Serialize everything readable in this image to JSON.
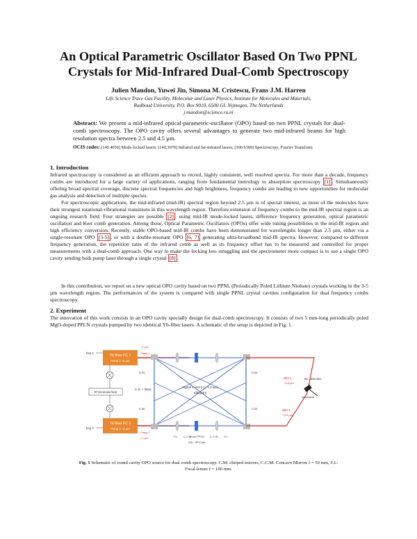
{
  "title": {
    "line1": "An Optical Parametric Oscillator Based On Two PPNL",
    "line2": "Crystals for Mid-Infrared Dual-Comb Spectroscopy"
  },
  "authors": "Julien Mandon, Yuwei Jin, Simona M. Cristescu, Frans J.M. Harren",
  "affiliation": {
    "line1": "Life Science Trace Gas Facility, Molecular and Laser Physics, Institute for Molecules and Materials,",
    "line2": "Radboud University, P.O. Box 9010, 6500 GL Nijmegen, The Netherlands",
    "email": "j.mandon@science.ru.nl"
  },
  "abstract": {
    "label": "Abstract:",
    "text": "We present a mid-infrared optical-parametric-oscillator (OPO) based on two PPNL crystals for dual-comb spectroscopy. The OPO cavity offers several advantages to generate two mid-infrared beams for high resolution spectra between 2.5 and 4.5 µm."
  },
  "ocis": {
    "label": "OCIS codes:",
    "text": "(140.4050) Mode-locked lasers; (140.3070) Infrared and far-infrared lasers; (300.6300) Spectroscopy, Fourier Transform"
  },
  "section1": {
    "heading": "1. Introduction",
    "p1_a": "Infrared spectroscopy is considered as an efficient approach to record, highly consistent, well resolved spectra. For more than a decade, frequency combs are introduced for a large variety of applications, ranging from fundamental metrology to absorption spectroscopy",
    "p1_cite": "[1]",
    "p1_b": ". Simultaneously offering broad spectral coverage, discrete spectral frequencies and high brightness, frequency combs are leading to new opportunities for molecular gas analysis and detection of multiple species.",
    "p2_a": "For spectroscopic applications, the mid-infrared (mid-IR) spectral region beyond 2.5 µm is of special interest, as most of the molecules have their strongest rotational-vibrational transitions in this wavelength region. Therefore extension of frequency combs to the mid-IR spectral region is an ongoing research field. Four strategies are possible",
    "p2_cite1": "[2]",
    "p2_b": ": using mid-IR mode-locked lasers, difference frequency generation, optical parametric oscillation and Kerr comb generation. Among those, Optical Parametric Oscillators (OPOs) offer wide tuning possibilities in the mid-IR region and high efficiency conversion. Recently, stable OPO-based mid-IR combs have been demonstrated for wavelengths longer than 2.5 µm, either via a single-resonant OPO",
    "p2_cite2": "[3-5]",
    "p2_c": ", or with a double-resonant OPO",
    "p2_cite3": "[6, 7]",
    "p2_d": " generating ultra-broadband mid-IR spectra. However, compared to different frequency generation, the repetition rates of the infrared comb as well as its frequency offset has to be measured and controlled for proper measurements with a dual-comb approach. One way to make the locking less struggling and the spectrometer more compact is to use a single OPO cavity sending both pump laser through a single crystal",
    "p2_cite4": "[8]",
    "p2_e": ".",
    "p3": "In this contribution, we report on a new optical OPO cavity based on two PPNL (Periodically Poled Lithium Niobate) crystals working in the 3-5 µm wavelength region. The performances of the system is compared with single PPNL crystal cavities configuration for dual frequency combs spectroscopy."
  },
  "section2": {
    "heading": "2. Experiment",
    "p1": "The innovation of this work consists in an OPO cavity specially design for dual-comb spectroscopy. It consists of two 5 mm-long periodically poled MgO-doped PPLN crystals pumped by two identical Yb-fiber lasers. A schematic of the setup is depicted in Fig. 1."
  },
  "figure": {
    "laser1_name": "Yb-fiber FC 1",
    "laser1_sub": "Pump 1 ~1 µm",
    "laser2_name": "Yb-fiber FC 2",
    "laser2_sub": "Pump 2 ~1 µm",
    "pump1_label": "Pump 1",
    "pump1_wl": "~1 µm",
    "pump2_label": "Pump 2",
    "pump2_wl": "~1 µm",
    "rep1": "frep 1",
    "rep2": "frep 2",
    "rf_ref": "Rf Generator/lock",
    "cm": "C.M.",
    "cm_delay": "C.M. + delay",
    "cavity_text1": "Signal 1 and 2 (~ 1.5 µm)",
    "cavity_text2": "Idler(µm)",
    "fl": "F.L.",
    "ccm": "C.C.M.",
    "ppln": "5 mm PPLN",
    "wl_bottom": "λ(1) : 30.6 µm",
    "idler1": "Idler 1",
    "idler1_wl": "~3-5 µm",
    "idler2": "Idler 2",
    "idler2_wl": "~3-5 µm",
    "detector": "Rx. detection",
    "laser_color": "#e88830",
    "pump_color": "#d42020",
    "signal_color": "#3a5fc0"
  },
  "caption": {
    "label": "Fig. 1",
    "text": " Schematic of round cavity OPO source for dual comb spectroscopy. C.M: chirped mirrors, C.C.M: Concave Mirrors f = 50 mm, F.L:",
    "line2": "Focal lenses f = 100 mm."
  }
}
